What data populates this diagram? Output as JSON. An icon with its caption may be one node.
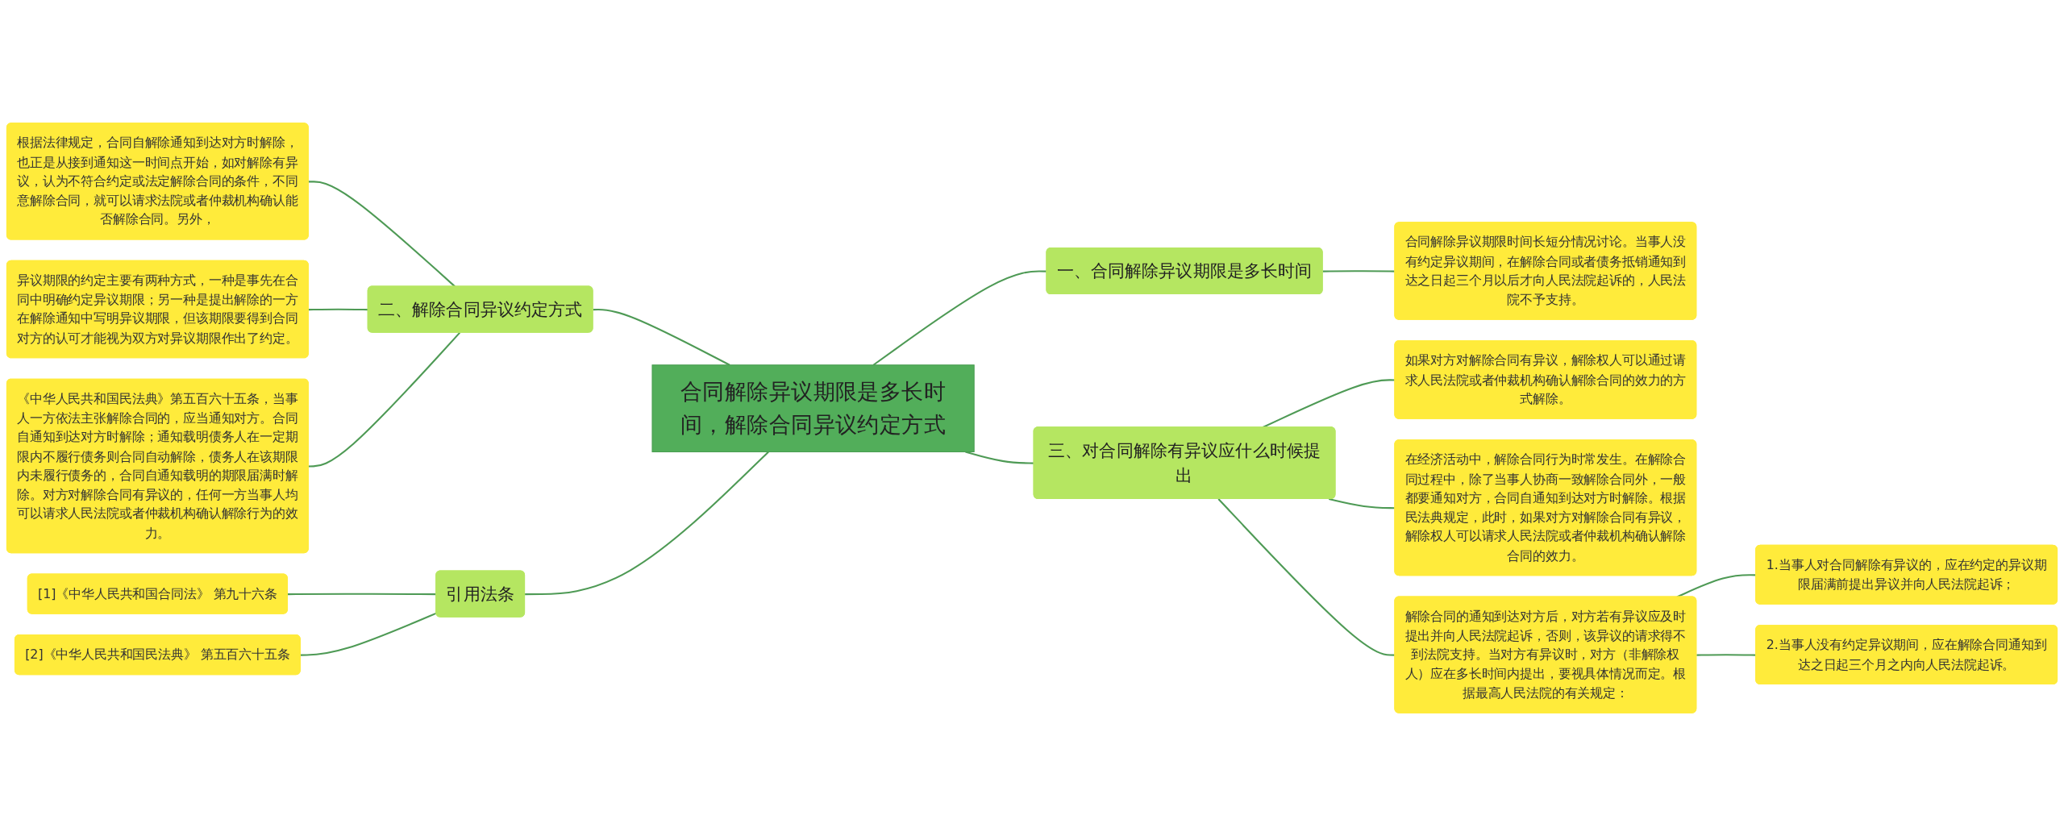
{
  "diagram": {
    "nodes": [
      {
        "text": [
          "合同解除异议期限是多长时间，解除合同异议约定方式"
        ]
      },
      {
        "text": [
          "一、合同解除异议期限是多长时间"
        ]
      },
      {
        "text": [
          "合同解除异议期限时间长短分情况讨论。当事人没有约定异议期间，在解除合同或者债务抵销通知到达之日起三个月以后才向人民法院起诉的，人民法院不予支持。"
        ]
      },
      {
        "text": [
          "三、对合同解除有异议应什么时候提出"
        ]
      },
      {
        "text": [
          "如果对方对解除合同有异议，解除权人可以通过请求人民法院或者仲裁机构确认解除合同的效力的方式解除。"
        ]
      },
      {
        "text": [
          "在经济活动中，解除合同行为时常发生。在解除合同过程中，除了当事人协商一致解除合同外，一般都要通知对方，合同自通知到达对方时解除。根据民法典规定，此时，如果对方对解除合同有异议，解除权人可以请求人民法院或者仲裁机构确认解除合同的效力。"
        ]
      },
      {
        "text": [
          "解除合同的通知到达对方后，对方若有异议应及时提出并向人民法院起诉，否则，该异议的请求得不到法院支持。当对方有异议时，对方（非解除权人）应在多长时间内提出，要视具体情况而定。根据最高人民法院的有关规定："
        ]
      },
      {
        "text": [
          "1.当事人对合同解除有异议的，应在约定的异议期限届满前提出异议并向人民法院起诉；"
        ]
      },
      {
        "text": [
          "2.当事人没有约定异议期间，应在解除合同通知到达之日起三个月之内向人民法院起诉。"
        ]
      },
      {
        "text": [
          "二、解除合同异议约定方式"
        ]
      },
      {
        "text": [
          "根据法律规定，合同自解除通知到达对方时解除，也正是从接到通知这一时间点开始，如对解除有异议，认为不符合约定或法定解除合同的条件，不同意解除合同，就可以请求法院或者仲裁机构确认能否解除合同。另外，"
        ]
      },
      {
        "text": [
          "异议期限的约定主要有两种方式，一种是事先在合同中明确约定异议期限；另一种是提出解除的一方在解除通知中写明异议期限，但该期限要得到合同对方的认可才能视为双方对异议期限作出了约定。"
        ]
      },
      {
        "text": [
          "《中华人民共和国民法典》第五百六十五条，当事人一方依法主张解除合同的，应当通知对方。合同自通知到达对方时解除；通知载明债务人在一定期限内不履行债务则合同自动解除，债务人在该期限内未履行债务的，合同自通知载明的期限届满时解除。对方对解除合同有异议的，任何一方当事人均可以请求人民法院或者仲裁机构确认解除行为的效力。"
        ]
      },
      {
        "text": [
          "引用法条"
        ]
      },
      {
        "text": [
          "[1]《中华人民共和国合同法》 第九十六条"
        ]
      },
      {
        "text": [
          "[2]《中华人民共和国民法典》 第五百六十五条"
        ]
      }
    ],
    "edges": [
      {
        "from": 0,
        "to": 1,
        "arrow": "none"
      },
      {
        "from": 1,
        "to": 2,
        "arrow": "none"
      },
      {
        "from": 0,
        "to": 3,
        "arrow": "none"
      },
      {
        "from": 3,
        "to": 4,
        "arrow": "none"
      },
      {
        "from": 3,
        "to": 5,
        "arrow": "none"
      },
      {
        "from": 3,
        "to": 6,
        "arrow": "none"
      },
      {
        "from": 6,
        "to": 7,
        "arrow": "none"
      },
      {
        "from": 6,
        "to": 8,
        "arrow": "none"
      },
      {
        "from": 9,
        "to": 0,
        "arrow": "none"
      },
      {
        "from": 10,
        "to": 9,
        "arrow": "none"
      },
      {
        "from": 11,
        "to": 9,
        "arrow": "none"
      },
      {
        "from": 12,
        "to": 9,
        "arrow": "none"
      },
      {
        "from": 13,
        "to": 0,
        "arrow": "none"
      },
      {
        "from": 14,
        "to": 13,
        "arrow": "none"
      },
      {
        "from": 15,
        "to": 13,
        "arrow": "none"
      }
    ]
  }
}
